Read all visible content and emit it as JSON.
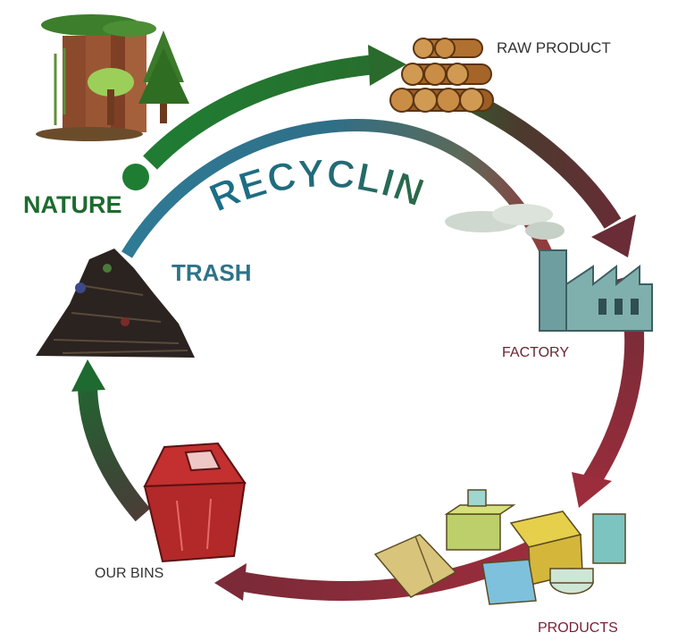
{
  "diagram": {
    "title": "RECYCLING",
    "stages": {
      "raw_product": "RAW PRODUCT",
      "factory": "FACTORY",
      "products": "PRODUCTS",
      "our_bins": "OUR BINS",
      "nature": "NATURE",
      "trash": "TRASH"
    }
  },
  "colors": {
    "green": "#1d7a2e",
    "dark_brown": "#5a3b34",
    "maroon": "#8e2a3a",
    "teal": "#2e6f86",
    "nature_text": "#1d6b2e",
    "trash_text": "#2e7389"
  }
}
